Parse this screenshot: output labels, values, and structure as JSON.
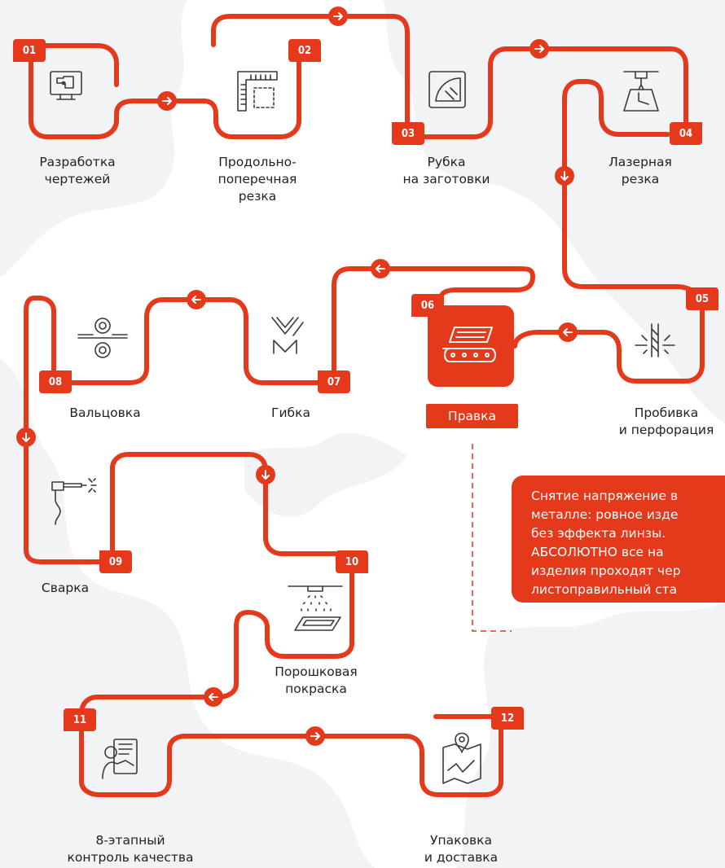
{
  "colors": {
    "accent": "#e5391c",
    "map": "#f1f3f5",
    "text": "#222222"
  },
  "steps": [
    {
      "number": "01",
      "label": [
        "Разработка",
        "чертежей"
      ],
      "icon": "monitor-blueprint-icon"
    },
    {
      "number": "02",
      "label": [
        "Продольно-",
        "поперечная",
        "резка"
      ],
      "icon": "ruler-cutting-icon"
    },
    {
      "number": "03",
      "label": [
        "Рубка",
        "на заготовки"
      ],
      "icon": "shear-blade-icon"
    },
    {
      "number": "04",
      "label": [
        "Лазерная",
        "резка"
      ],
      "icon": "laser-cutter-icon"
    },
    {
      "number": "05",
      "label": [
        "Пробивка",
        "и перфорация"
      ],
      "icon": "punch-press-icon"
    },
    {
      "number": "06",
      "label": [
        "Правка"
      ],
      "icon": "straightening-machine-icon"
    },
    {
      "number": "07",
      "label": [
        "Гибка"
      ],
      "icon": "bending-icon"
    },
    {
      "number": "08",
      "label": [
        "Вальцовка"
      ],
      "icon": "rollers-icon"
    },
    {
      "number": "09",
      "label": [
        "Сварка"
      ],
      "icon": "welding-torch-icon"
    },
    {
      "number": "10",
      "label": [
        "Порошковая",
        "покраска"
      ],
      "icon": "powder-coating-icon"
    },
    {
      "number": "11",
      "label": [
        "8-этапный",
        "контроль качества"
      ],
      "icon": "quality-inspector-icon"
    },
    {
      "number": "12",
      "label": [
        "Упаковка",
        "и доставка"
      ],
      "icon": "delivery-map-icon"
    }
  ],
  "info": {
    "lines": [
      "Снятие напряжение в",
      "металле: ровное изде",
      "без эффекта линзы.",
      "АБСОЛЮТНО все на",
      "изделия проходят чер",
      "листоправильный ста"
    ]
  }
}
